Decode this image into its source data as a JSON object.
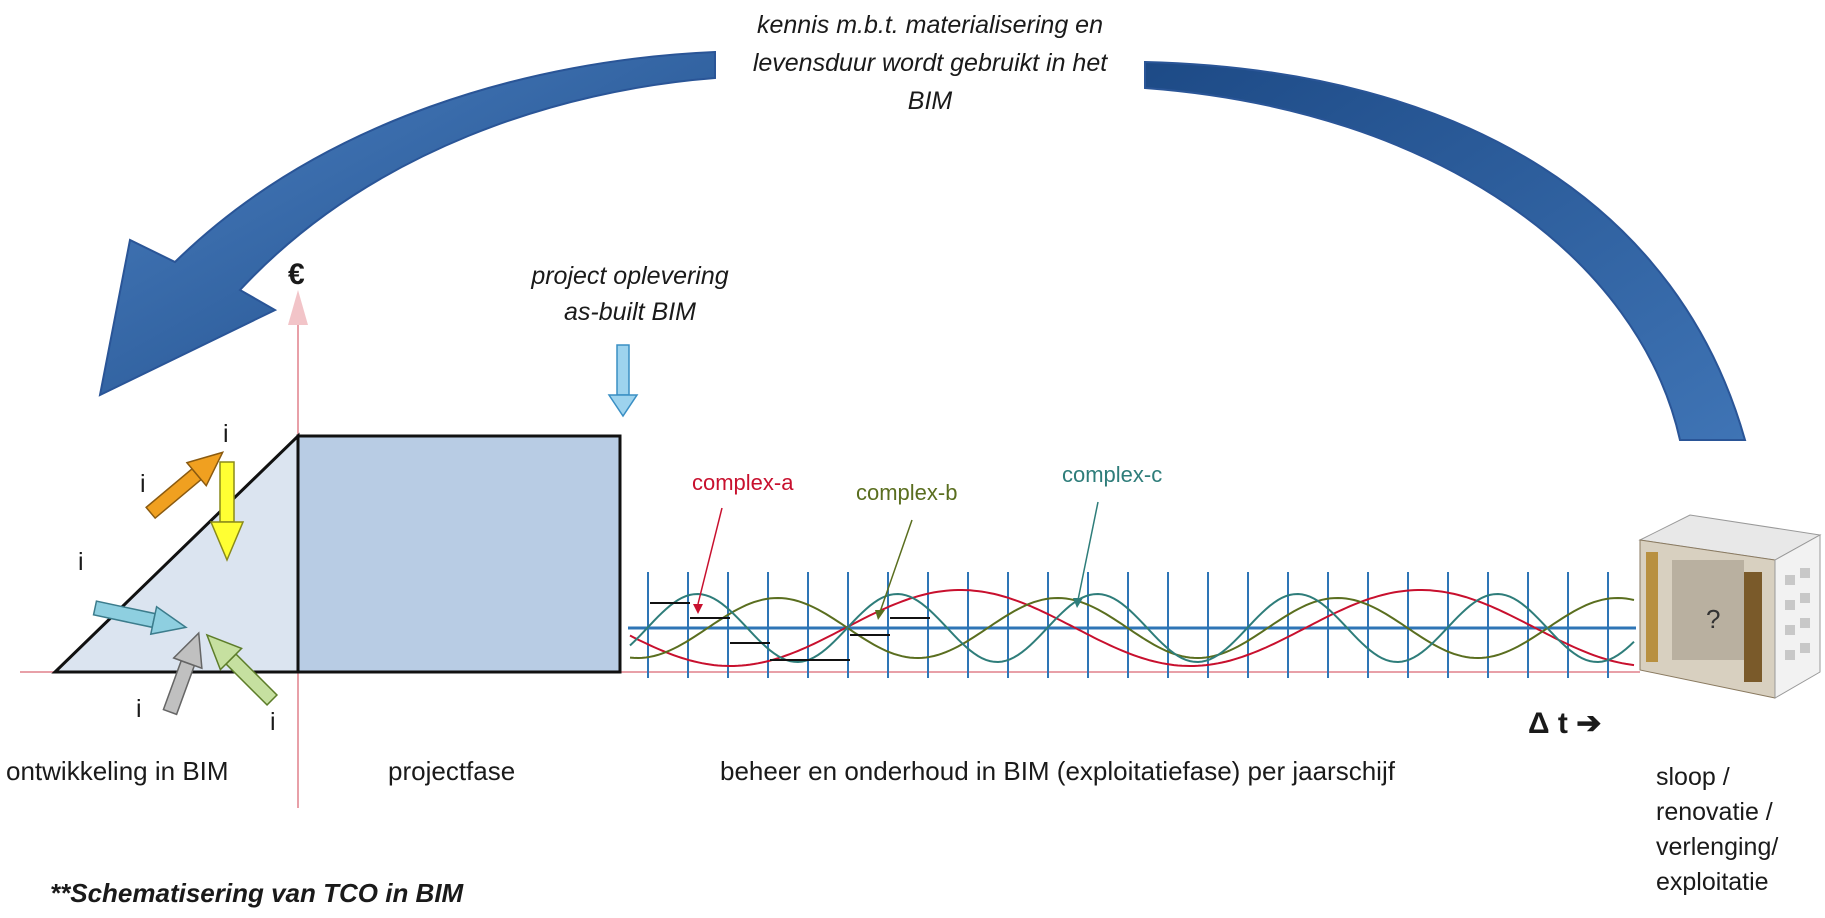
{
  "top_note": {
    "line1": "kennis m.b.t. materialisering en",
    "line2": "levensduur wordt gebruikt in het",
    "line3": "BIM"
  },
  "euro_symbol": "€",
  "delivery": {
    "line1": "project oplevering",
    "line2": "as-built BIM"
  },
  "inputs": {
    "label": "i"
  },
  "series": [
    {
      "name": "complex-a",
      "color": "#c8102e"
    },
    {
      "name": "complex-b",
      "color": "#5a6e1f"
    },
    {
      "name": "complex-c",
      "color": "#2e7d7a"
    }
  ],
  "phases": {
    "development": "ontwikkeling in BIM",
    "project": "projectfase",
    "exploitation": "beheer en onderhoud  in BIM (exploitatiefase) per jaarschijf"
  },
  "time_label": "Δ t ➔",
  "end_phase": {
    "line1": "sloop /",
    "line2": "renovatie /",
    "line3": "verlenging/",
    "line4": "exploitatie"
  },
  "caption": "**Schematisering van TCO in BIM",
  "colors": {
    "big_arrow": "#1f4e8c",
    "project_block": "#b8cce4",
    "dev_triangle": "#dbe4f0",
    "axis": "#e8a0a8",
    "grid_line": "#2e75b6",
    "delivery_arrow": "#9dd3ee"
  },
  "icons": {
    "big_arrow": "curved-arrow-icon",
    "building": "building-icon"
  }
}
